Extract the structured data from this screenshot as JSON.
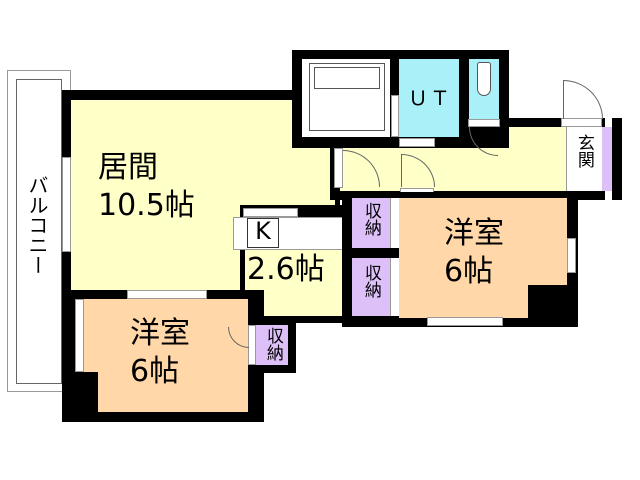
{
  "floorplan": {
    "rooms": {
      "living": {
        "name": "居間",
        "size": "10.5帖"
      },
      "kitchen": {
        "letter": "K",
        "size": "2.6帖"
      },
      "western_room_right": {
        "name": "洋室",
        "size": "6帖"
      },
      "western_room_left": {
        "name": "洋室",
        "size": "6帖"
      },
      "unit_bath": {
        "name": "ＵＴ"
      },
      "entrance": {
        "name": "玄関"
      },
      "storage_1": {
        "name": "収納"
      },
      "storage_2": {
        "name": "収納"
      },
      "storage_3": {
        "name": "収納"
      },
      "balcony": {
        "name": "バルコニー"
      }
    },
    "colors": {
      "living": "#ffffc8",
      "western": "#ffd7a8",
      "bath": "#aaf0f8",
      "storage": "#ddc0f8",
      "wall": "#000000"
    }
  }
}
